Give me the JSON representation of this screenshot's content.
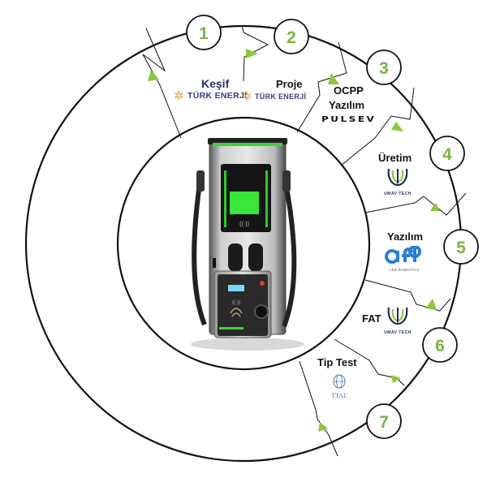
{
  "steps": [
    {
      "number": "1",
      "title": "Keşif",
      "brand": "TÜRK ENERJİ"
    },
    {
      "number": "2",
      "title": "Proje",
      "brand": "TÜRK ENERJİ"
    },
    {
      "number": "3",
      "title_line1": "OCPP",
      "title_line2": "Yazılım",
      "brand": "PULSEV"
    },
    {
      "number": "4",
      "title": "Üretim",
      "brand": "UMAV TECH"
    },
    {
      "number": "5",
      "title": "Yazılım",
      "brand": "AFB ROBOTICS"
    },
    {
      "number": "6",
      "title": "FAT",
      "brand": "UMAV TECH"
    },
    {
      "number": "7",
      "title": "Tip Test",
      "brand": "TTAL"
    }
  ],
  "colors": {
    "accent": "#8dc63f",
    "badge_text": "#7cb342",
    "ring_stroke": "#111111",
    "screen": "#39e639"
  }
}
